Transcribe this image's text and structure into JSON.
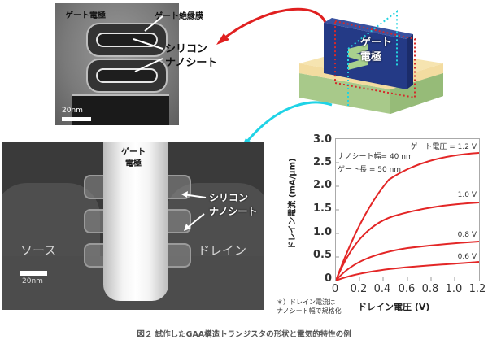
{
  "top_tem": {
    "labels": {
      "gate_electrode": "ゲート電極",
      "gate_insulator": "ゲート絶縁膜",
      "nanosheet_line1": "シリコン",
      "nanosheet_line2": "ナノシート"
    },
    "scale_bar": "20nm"
  },
  "device_3d": {
    "gate_label_line1": "ゲート",
    "gate_label_line2": "電極",
    "colors": {
      "gate": "#243a86",
      "nanosheet": "#a9d18e",
      "source_drain_top": "#f3dca0",
      "substrate": "#a8c98a",
      "red_cut": "#d42a2a",
      "cyan_cut": "#23d3e0"
    }
  },
  "bottom_tem": {
    "labels": {
      "gate_line1": "ゲート",
      "gate_line2": "電極",
      "nanosheet_line1": "シリコン",
      "nanosheet_line2": "ナノシート",
      "source": "ソース",
      "drain": "ドレイン"
    },
    "scale_bar": "20nm"
  },
  "arrows": {
    "red": "#e02020",
    "cyan": "#1fd3e6"
  },
  "chart_note": {
    "line1": "＊）ドレイン電流は",
    "line2": "ナノシート幅で規格化"
  },
  "caption": "図２ 試作したGAA構造トランジスタの形状と電気的特性の例",
  "chart_data": {
    "type": "line",
    "title": "",
    "xlabel": "ドレイン電圧 (V)",
    "ylabel": "ドレイン電流 (mA/μm)",
    "xlim": [
      0,
      1.2
    ],
    "ylim": [
      0,
      3.0
    ],
    "x_ticks": [
      "0",
      "0.2",
      "0.4",
      "0.6",
      "0.8",
      "1.0",
      "1.2"
    ],
    "y_ticks": [
      "0",
      "0.5",
      "1.0",
      "1.5",
      "2.0",
      "2.5",
      "3.0"
    ],
    "annotations": [
      "ナノシート幅= 40 nm",
      "ゲート長 = 50 nm"
    ],
    "x": [
      0,
      0.1,
      0.2,
      0.3,
      0.4,
      0.5,
      0.6,
      0.7,
      0.8,
      0.9,
      1.0,
      1.1,
      1.2
    ],
    "series": [
      {
        "name": "ゲート電圧 = 1.2 V",
        "label": "ゲート電圧 = 1.2 V",
        "values": [
          0,
          0.55,
          1.05,
          1.5,
          1.85,
          2.1,
          2.22,
          2.33,
          2.42,
          2.49,
          2.55,
          2.6,
          2.65
        ]
      },
      {
        "name": "1.0 V",
        "label": "1.0 V",
        "values": [
          0,
          0.45,
          0.85,
          1.12,
          1.3,
          1.4,
          1.47,
          1.52,
          1.56,
          1.59,
          1.61,
          1.63,
          1.65
        ]
      },
      {
        "name": "0.8 V",
        "label": "0.8 V",
        "values": [
          0,
          0.25,
          0.42,
          0.52,
          0.58,
          0.63,
          0.67,
          0.7,
          0.73,
          0.75,
          0.77,
          0.79,
          0.81
        ]
      },
      {
        "name": "0.6 V",
        "label": "0.6 V",
        "values": [
          0,
          0.08,
          0.12,
          0.15,
          0.17,
          0.19,
          0.21,
          0.23,
          0.25,
          0.27,
          0.28,
          0.3,
          0.31
        ]
      }
    ],
    "grid": false,
    "line_color": "#e32626"
  }
}
